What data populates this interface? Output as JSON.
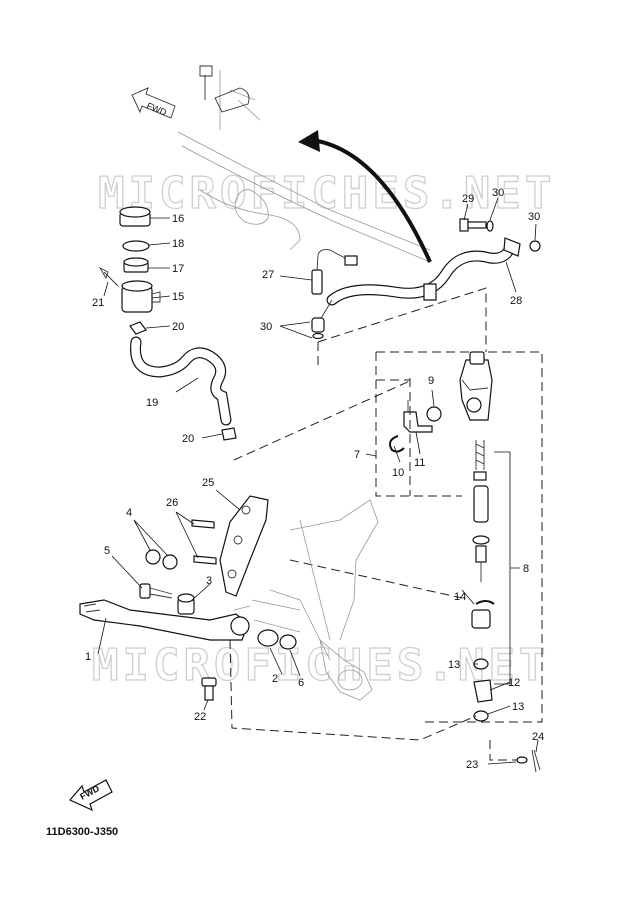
{
  "watermark": {
    "text": "MICROFICHES.NET"
  },
  "direction_labels": {
    "top": "FWD",
    "bottom": "FWD"
  },
  "document_code": "11D6300-J350",
  "callouts": [
    "1",
    "2",
    "3",
    "4",
    "5",
    "6",
    "7",
    "8",
    "9",
    "10",
    "11",
    "12",
    "13",
    "13",
    "14",
    "15",
    "16",
    "17",
    "18",
    "19",
    "20",
    "20",
    "21",
    "22",
    "23",
    "24",
    "25",
    "26",
    "27",
    "28",
    "29",
    "30",
    "30",
    "30"
  ]
}
